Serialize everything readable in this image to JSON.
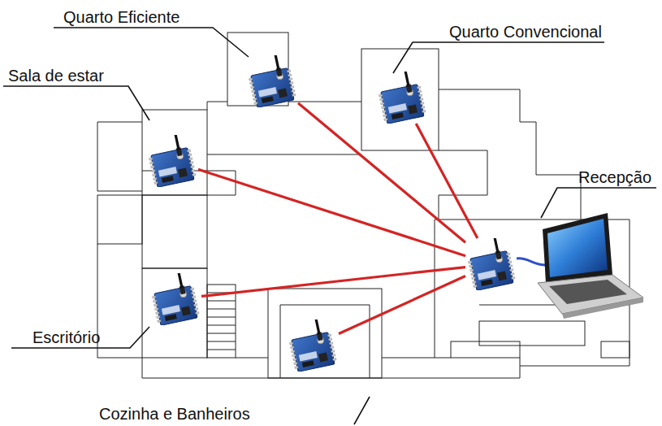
{
  "diagram": {
    "nodes": [
      {
        "text": [
          "Quarto Eficiente"
        ]
      },
      {
        "text": [
          "Quarto Convencional"
        ]
      },
      {
        "text": [
          "Sala de estar"
        ]
      },
      {
        "text": [
          "Recepção"
        ]
      },
      {
        "text": [
          "Escritório"
        ]
      },
      {
        "text": [
          "Cozinha e Banheiros"
        ]
      }
    ],
    "edges": [
      {
        "from": 0,
        "to": 3,
        "arrow": "none"
      },
      {
        "from": 1,
        "to": 3,
        "arrow": "none"
      },
      {
        "from": 2,
        "to": 3,
        "arrow": "none"
      },
      {
        "from": 4,
        "to": 3,
        "arrow": "none"
      },
      {
        "from": 5,
        "to": 3,
        "arrow": "none"
      }
    ]
  }
}
